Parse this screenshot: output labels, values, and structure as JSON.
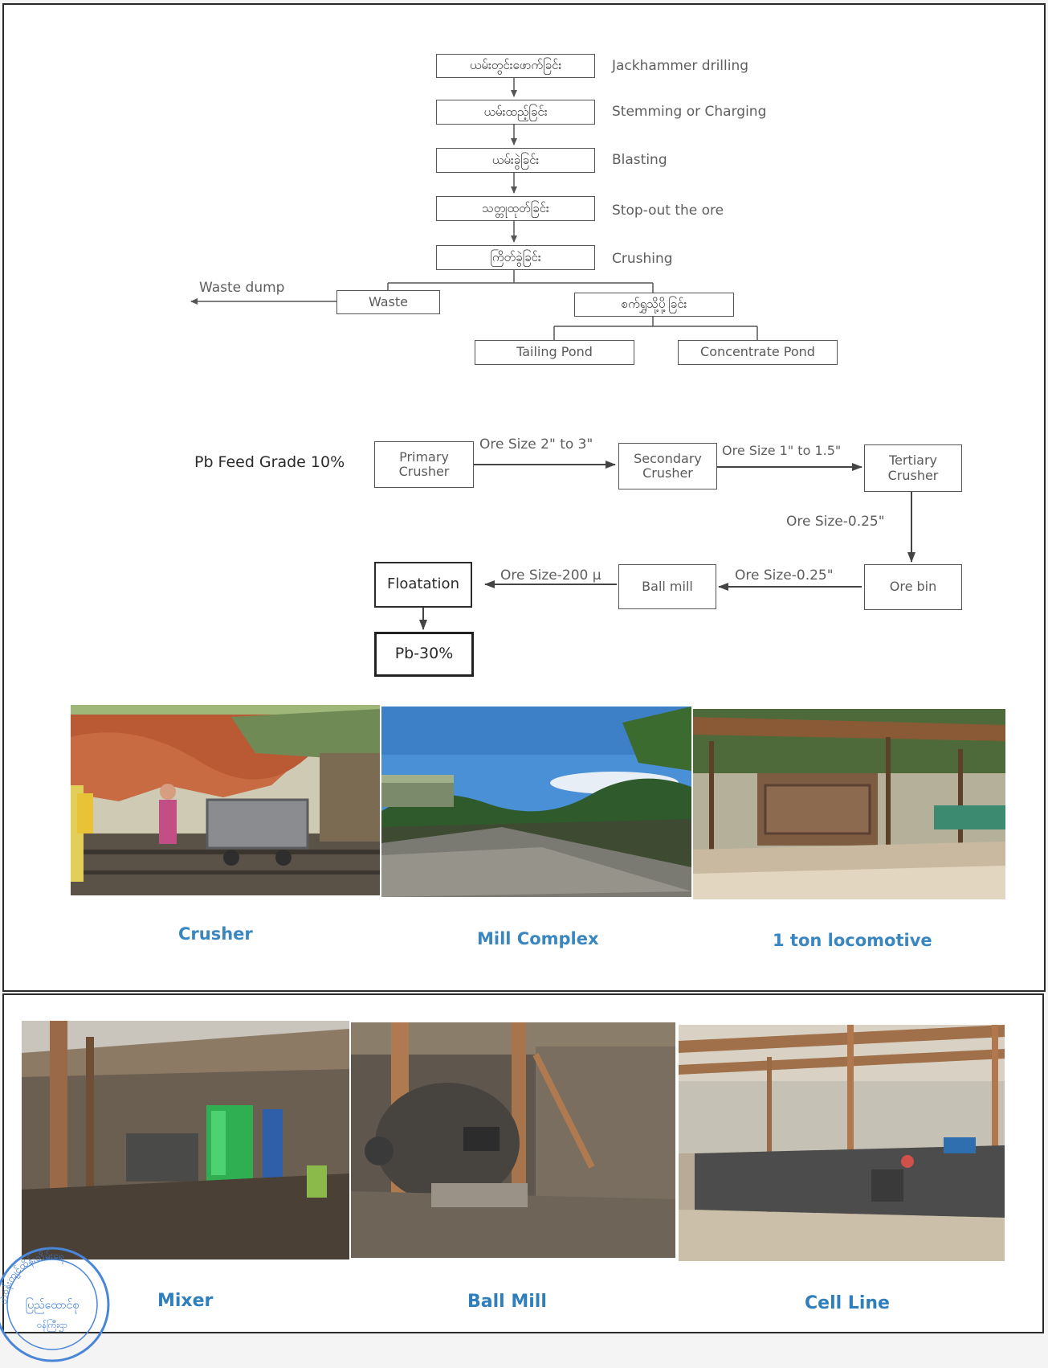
{
  "process_flow": {
    "steps": [
      {
        "myanmar": "ယမ်းတွင်းဖောက်ခြင်း",
        "english": "Jackhammer drilling"
      },
      {
        "myanmar": "ယမ်းထည့်ခြင်း",
        "english": "Stemming or Charging"
      },
      {
        "myanmar": "ယမ်းခွဲခြင်း",
        "english": "Blasting"
      },
      {
        "myanmar": "သတ္တုထုတ်ခြင်း",
        "english": "Stop-out the ore"
      },
      {
        "myanmar": "ကြိတ်ခွဲခြင်း",
        "english": "Crushing"
      }
    ],
    "waste_dump_label": "Waste dump",
    "waste_box": "Waste",
    "separation_box": "စက်ရွှသို့ပို့ခြင်း",
    "tailing_pond": "Tailing Pond",
    "concentrate_pond": "Concentrate Pond"
  },
  "crushing_flow": {
    "feed_grade": "Pb Feed Grade 10%",
    "primary_crusher": "Primary Crusher",
    "secondary_crusher": "Secondary Crusher",
    "tertiary_crusher": "Tertiary Crusher",
    "ore_bin": "Ore bin",
    "ball_mill": "Ball mill",
    "floatation": "Floatation",
    "product": "Pb-30%",
    "size_primary_to_secondary": "Ore Size 2\" to 3\"",
    "size_secondary_to_tertiary": "Ore Size 1\" to 1.5\"",
    "size_tertiary_to_bin": "Ore Size-0.25\"",
    "size_bin_to_ballmill": "Ore Size-0.25\"",
    "size_ballmill_to_floatation": "Ore Size-200 μ"
  },
  "photos_top": [
    "Crusher",
    "Mill Complex",
    "1 ton locomotive"
  ],
  "photos_bottom": [
    "Mixer",
    "Ball Mill",
    "Cell Line"
  ],
  "stamp": {
    "text_top": "တ်ဝန်းကျင်ထိန်းသိမ်းရေ",
    "text_middle": "ပြည်ထောင်စု",
    "text_bottom": "ဝန်ကြီးဌာ"
  }
}
